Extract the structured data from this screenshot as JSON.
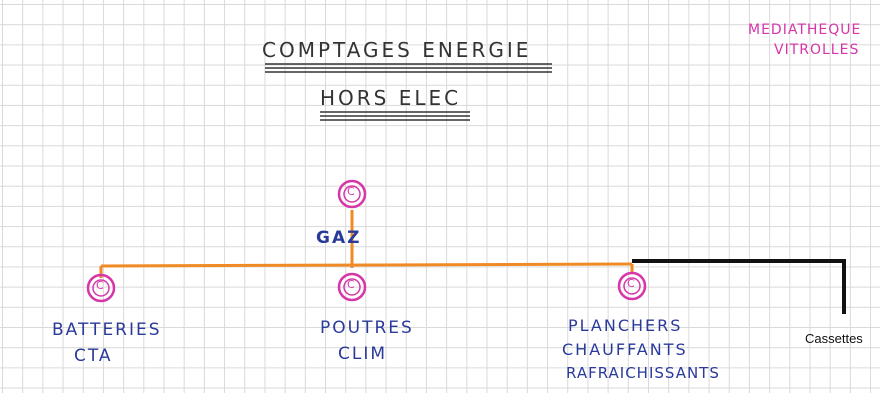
{
  "title": {
    "line1": "COMPTAGES ENERGIE",
    "line2": "HORS ELEC"
  },
  "site": {
    "line1": "MEDIATHEQUE",
    "line2": "VITROLLES"
  },
  "nodes": {
    "source": {
      "meter": "C",
      "label": "GAZ"
    },
    "left": {
      "meter": "C",
      "line1": "BATTERIES",
      "line2": "CTA"
    },
    "center": {
      "meter": "C",
      "line1": "POUTRES",
      "line2": "CLIM"
    },
    "right": {
      "meter": "C",
      "line1": "PLANCHERS",
      "line2": "CHAUFFANTS",
      "line3": "RAFRAICHISSANTS"
    }
  },
  "annotation": "Cassettes",
  "colors": {
    "grid": "#d9d9d9",
    "line_orange": "#f08a24",
    "meter_pink": "#d636a8",
    "text_blue": "#2a3a9a",
    "annotation_black": "#111111"
  }
}
